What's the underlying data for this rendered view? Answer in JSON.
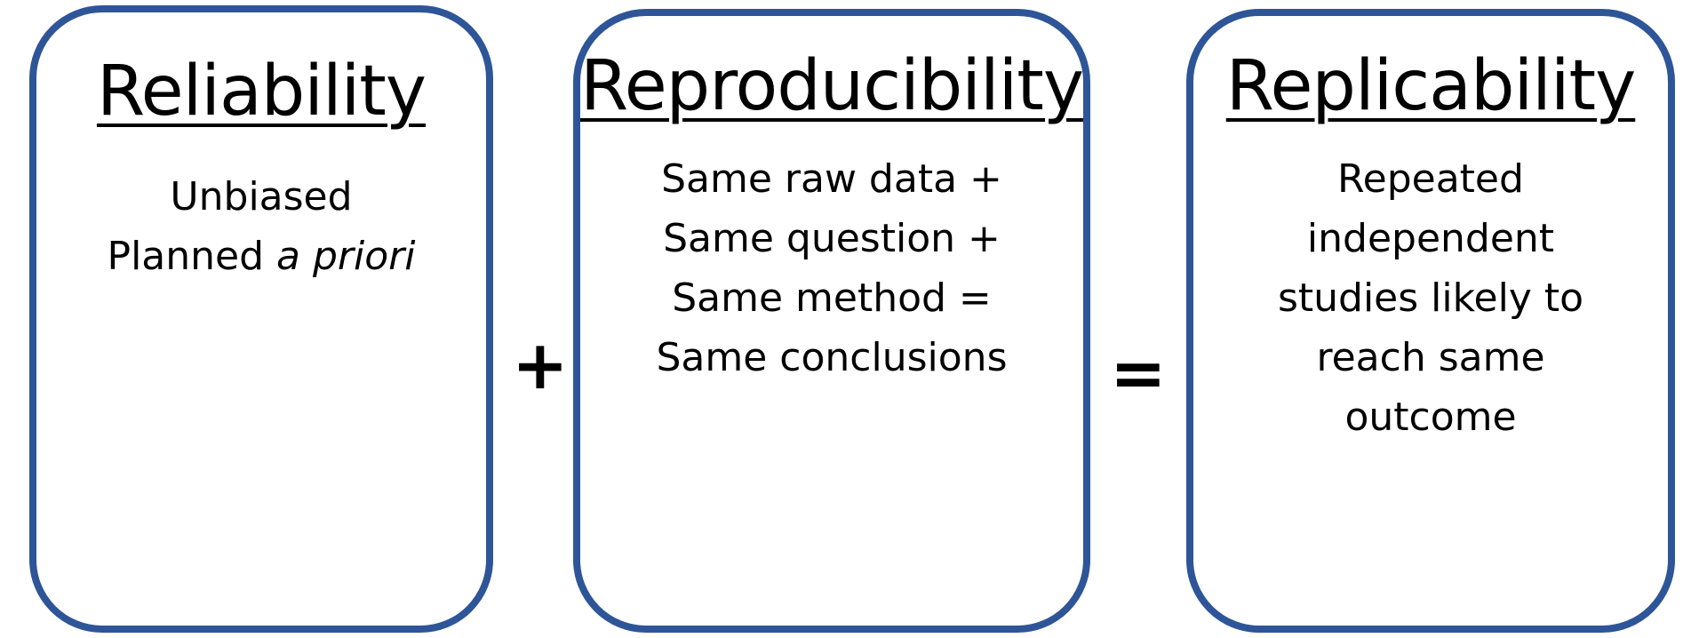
{
  "boxes": {
    "reliability": {
      "title": "Reliability",
      "line1": "Unbiased",
      "line2_prefix": "Planned ",
      "line2_italic": "a priori"
    },
    "reproducibility": {
      "title": "Reproducibility",
      "lines": [
        "Same raw data +",
        "Same question +",
        "Same method =",
        "Same conclusions"
      ]
    },
    "replicability": {
      "title": "Replicability",
      "lines": [
        "Repeated",
        "independent",
        "studies likely to",
        "reach same",
        "outcome"
      ]
    }
  },
  "operators": {
    "plus": "+",
    "equals": "="
  },
  "colors": {
    "box_border": "#2e5597",
    "text": "#000000",
    "background": "#ffffff"
  }
}
